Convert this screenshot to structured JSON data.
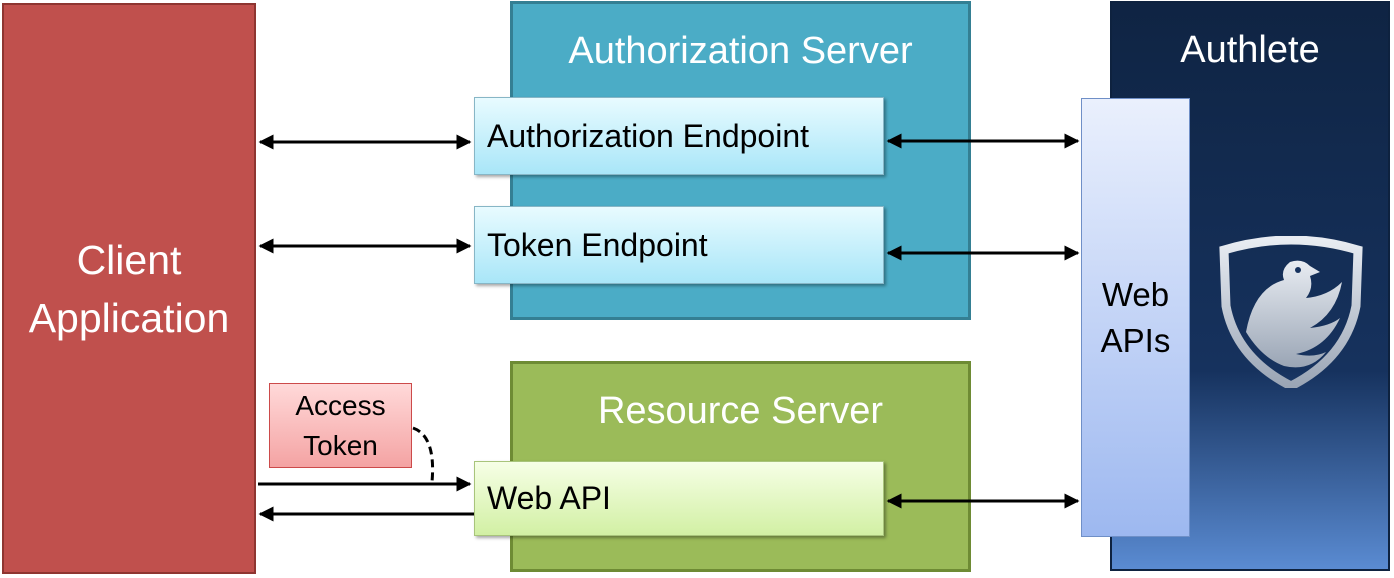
{
  "client": {
    "line1": "Client",
    "line2": "Application"
  },
  "authorization_server": {
    "title": "Authorization Server",
    "authorization_endpoint": "Authorization Endpoint",
    "token_endpoint": "Token Endpoint"
  },
  "resource_server": {
    "title": "Resource Server",
    "web_api": "Web API"
  },
  "authlete": {
    "title": "Authlete",
    "web_apis_line1": "Web",
    "web_apis_line2": "APIs",
    "logo_icon": "eagle-shield-icon"
  },
  "access_token": {
    "line1": "Access",
    "line2": "Token"
  },
  "colors": {
    "client_fill": "#c0504d",
    "authz_fill": "#4bacc6",
    "resource_fill": "#9bbb59",
    "authlete_top": "#0f2443",
    "authlete_bottom": "#5a8bd2",
    "endpoint_top": "#e8fbff",
    "endpoint_bottom": "#a9e6f8",
    "webapi_top": "#f6ffe6",
    "webapi_bottom": "#d2f0a4",
    "webapis_top": "#eaf0fd",
    "webapis_bottom": "#9db8f0",
    "token_top": "#ffd9d9",
    "token_bottom": "#f4a3a3"
  }
}
